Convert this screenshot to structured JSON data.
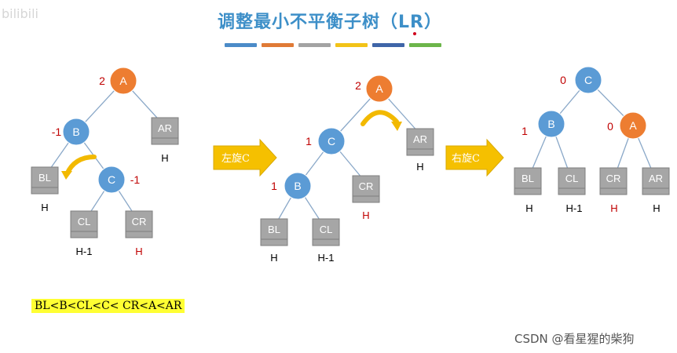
{
  "header": {
    "title": "调整最小不平衡子树（LR）",
    "watermark": "bilibili",
    "color_bars": [
      "#4b8bc8",
      "#e07a36",
      "#a3a3a3",
      "#f2c318",
      "#3f65a8",
      "#6cb54a"
    ]
  },
  "colors": {
    "node_blue": "#5a9bd5",
    "node_orange": "#ed7d31",
    "box_gray": "#a6a6a6",
    "balance_red": "#c00000",
    "arrow_yellow": "#f5c000",
    "edge": "#7f9fc0"
  },
  "tree1": {
    "A": {
      "label": "A",
      "bf": "2"
    },
    "B": {
      "label": "B",
      "bf": "-1"
    },
    "C": {
      "label": "C",
      "bf": "-1"
    },
    "AR": {
      "label": "AR",
      "h": "H"
    },
    "BL": {
      "label": "BL",
      "h": "H"
    },
    "CL": {
      "label": "CL",
      "h": "H-1"
    },
    "CR": {
      "label": "CR",
      "h": "H"
    }
  },
  "arrow_left": {
    "label": "左旋C"
  },
  "tree2": {
    "A": {
      "label": "A",
      "bf": "2"
    },
    "C": {
      "label": "C",
      "bf": "1"
    },
    "B": {
      "label": "B",
      "bf": "1"
    },
    "AR": {
      "label": "AR",
      "h": "H"
    },
    "CR": {
      "label": "CR",
      "h": "H"
    },
    "BL": {
      "label": "BL",
      "h": "H"
    },
    "CL": {
      "label": "CL",
      "h": "H-1"
    }
  },
  "arrow_right": {
    "label": "右旋C"
  },
  "tree3": {
    "C": {
      "label": "C",
      "bf": "0"
    },
    "B": {
      "label": "B",
      "bf": "1"
    },
    "A": {
      "label": "A",
      "bf": "0"
    },
    "BL": {
      "label": "BL",
      "h": "H"
    },
    "CL": {
      "label": "CL",
      "h": "H-1"
    },
    "CR": {
      "label": "CR",
      "h": "H"
    },
    "AR": {
      "label": "AR",
      "h": "H"
    }
  },
  "formula": "BL<B<CL<C< CR<A<AR",
  "credit": "CSDN @看星猩的柴狗"
}
